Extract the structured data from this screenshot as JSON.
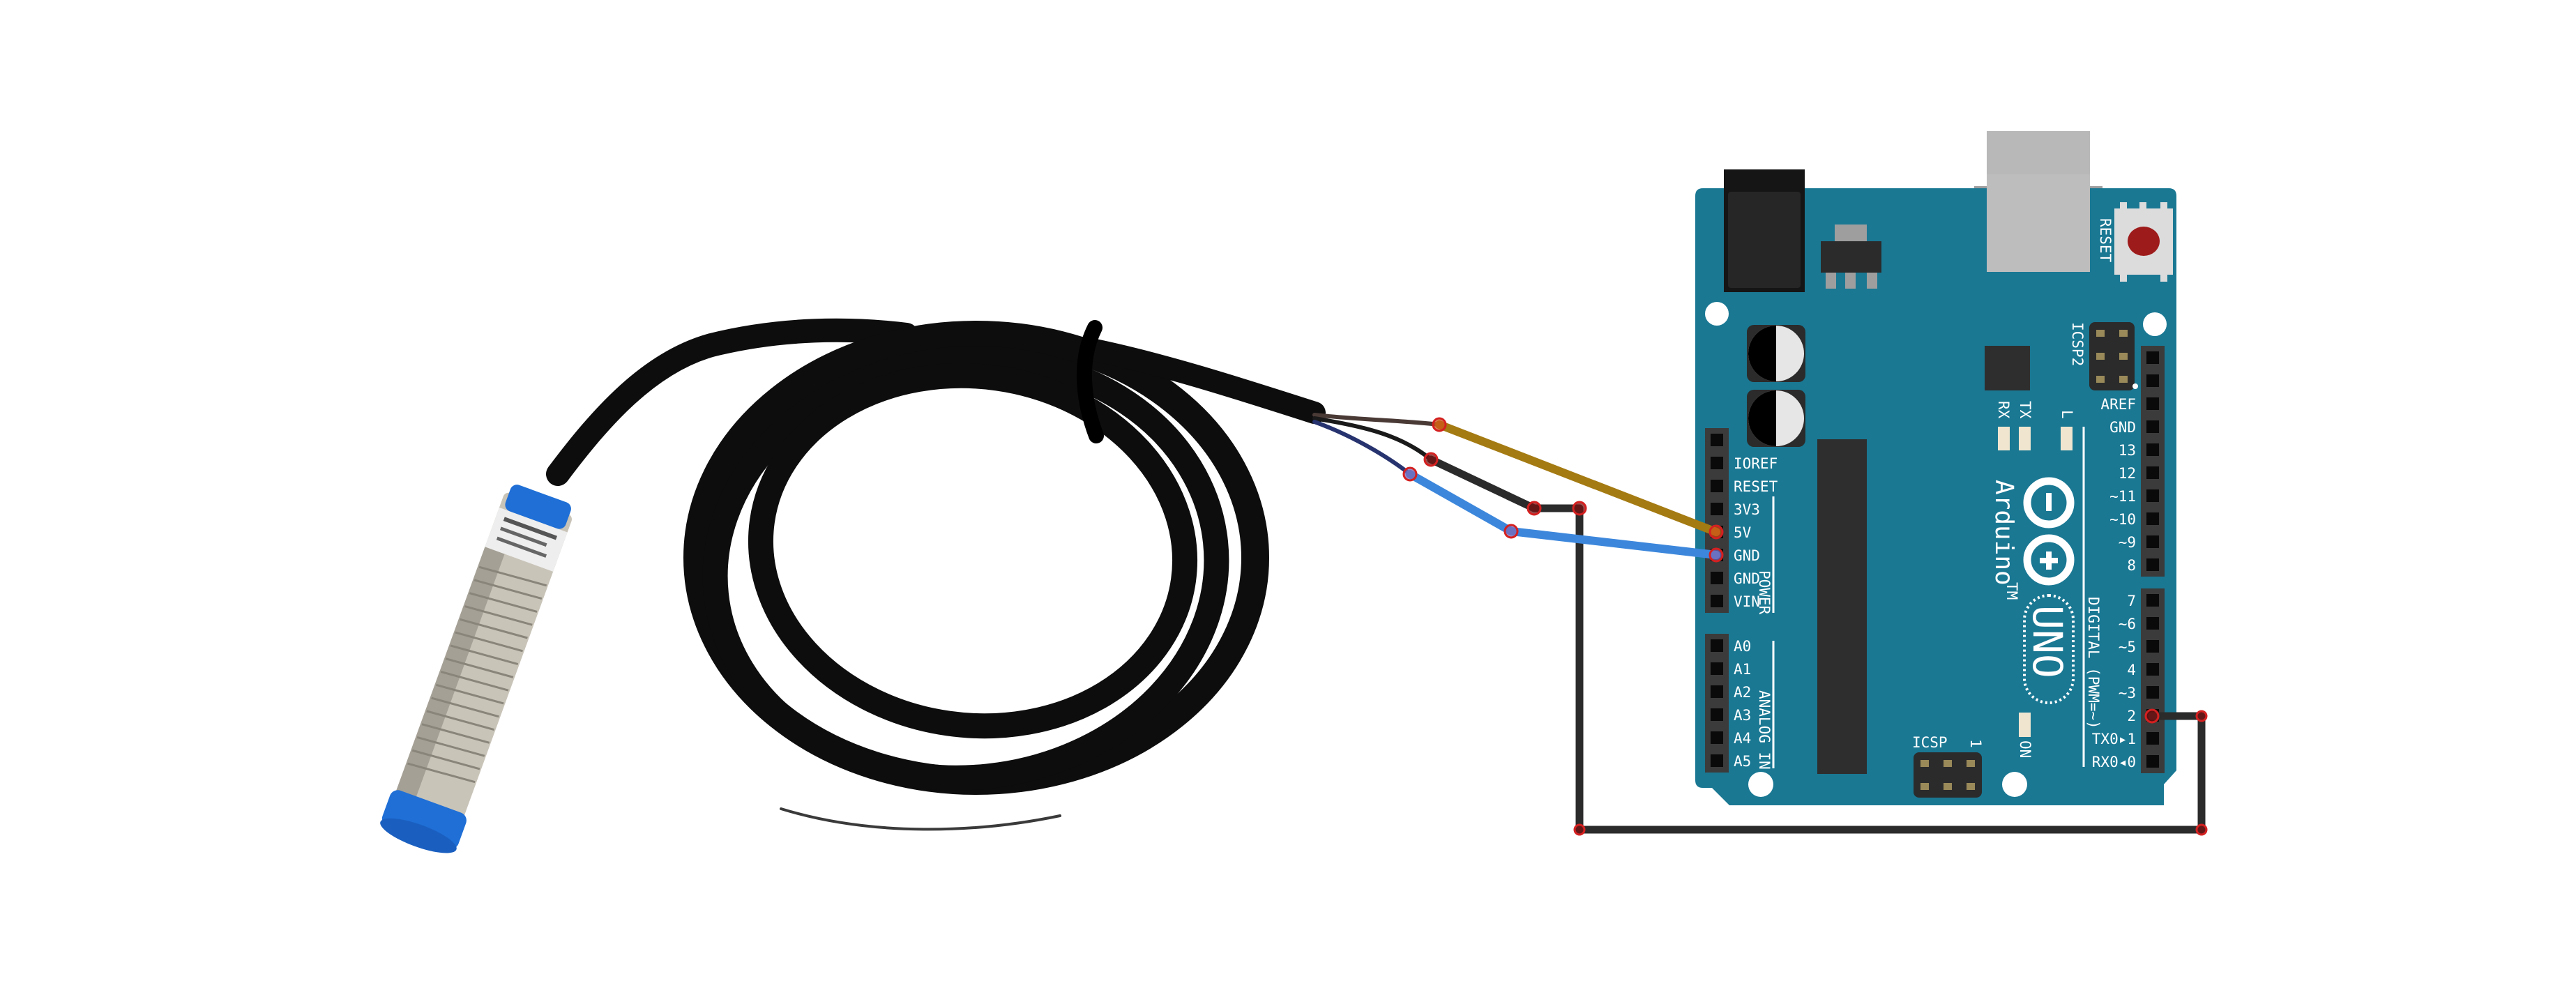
{
  "board": {
    "name": "Arduino",
    "trademark": "TM",
    "model": "UNO",
    "reset_label": "RESET",
    "icsp2_label": "ICSP2",
    "icsp_label": "ICSP",
    "icsp_pin1_label": "1",
    "rx_label": "RX",
    "tx_label": "TX",
    "l_label": "L",
    "on_label": "ON",
    "power_group_label": "POWER",
    "analog_group_label": "ANALOG IN",
    "digital_group_label": "DIGITAL (PWM=~)",
    "power_pins": [
      "",
      "IOREF",
      "RESET",
      "3V3",
      "5V",
      "GND",
      "GND",
      "VIN"
    ],
    "analog_pins": [
      "A0",
      "A1",
      "A2",
      "A3",
      "A4",
      "A5"
    ],
    "digital_pins_top": [
      "",
      "",
      "AREF",
      "GND",
      "13",
      "12",
      "~11",
      "~10",
      "~9",
      "8"
    ],
    "digital_pins_bottom": [
      "7",
      "~6",
      "~5",
      "4",
      "~3",
      "2",
      "TX0▸1",
      "RX0◂0"
    ],
    "colors": {
      "pcb": "#1a7893",
      "header": "#3b3b3b",
      "reset_button": "#9e1b1b"
    }
  },
  "sensor": {
    "type": "inductive-proximity-sensor",
    "colors": {
      "cap": "#1f6fd6",
      "body": "#c9c4b8",
      "cable": "#0d0d0d"
    }
  },
  "wires": [
    {
      "id": "brown-to-5v",
      "color": "#a47a12",
      "to_pin": "5V"
    },
    {
      "id": "blue-to-gnd",
      "color": "#3c87dc",
      "to_pin": "GND"
    },
    {
      "id": "black-to-d2",
      "color": "#2b2b2b",
      "to_pin": "2"
    }
  ]
}
